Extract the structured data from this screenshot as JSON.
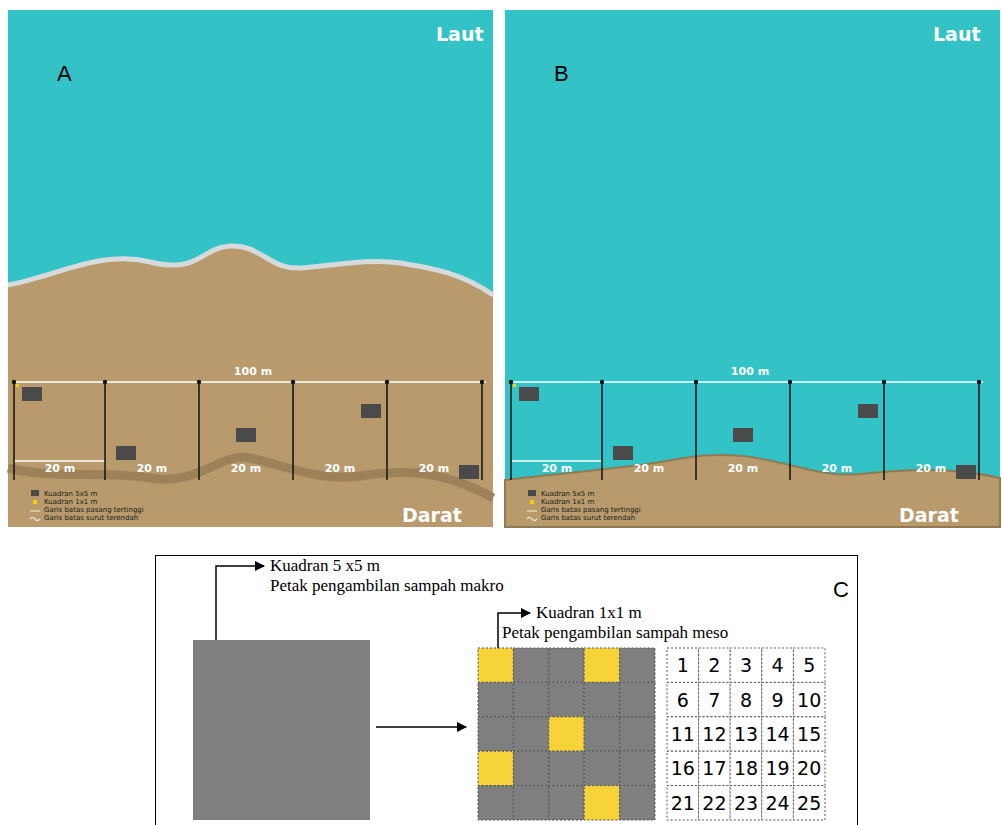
{
  "diagram": {
    "labels": [
      "A",
      "Laut",
      "100 m",
      "20 m",
      "20 m",
      "20 m",
      "20 m",
      "20 m",
      "Darat",
      "B",
      "Laut",
      "100 m",
      "20 m",
      "20 m",
      "20 m",
      "20 m",
      "20 m",
      "Darat",
      "C",
      "Kuadran 5 x5 m",
      "Petak pengambilan sampah makro",
      "Kuadran 1x1 m",
      "Petak pengambilan sampah meso",
      "1",
      "2",
      "3",
      "4",
      "5",
      "6",
      "7",
      "8",
      "9",
      "10",
      "11",
      "12",
      "13",
      "14",
      "15",
      "16",
      "17",
      "18",
      "19",
      "20",
      "21",
      "22",
      "23",
      "24",
      "25"
    ],
    "legend": [
      {
        "text": "Kuadran 5x5 m",
        "color": "#4a4a4a"
      },
      {
        "text": "Kuadran 1x1 m",
        "color": "#f2cf1d"
      },
      {
        "text": "Garis batas pasang tertinggi"
      },
      {
        "text": "Garis batas surut terendah"
      },
      {
        "text": "Kuadran 5x5 m",
        "color": "#4a4a4a"
      },
      {
        "text": "Kuadran 1x1 m",
        "color": "#f2cf1d"
      },
      {
        "text": "Garis batas pasang tertinggi"
      },
      {
        "text": "Garis batas surut terendah"
      }
    ]
  }
}
